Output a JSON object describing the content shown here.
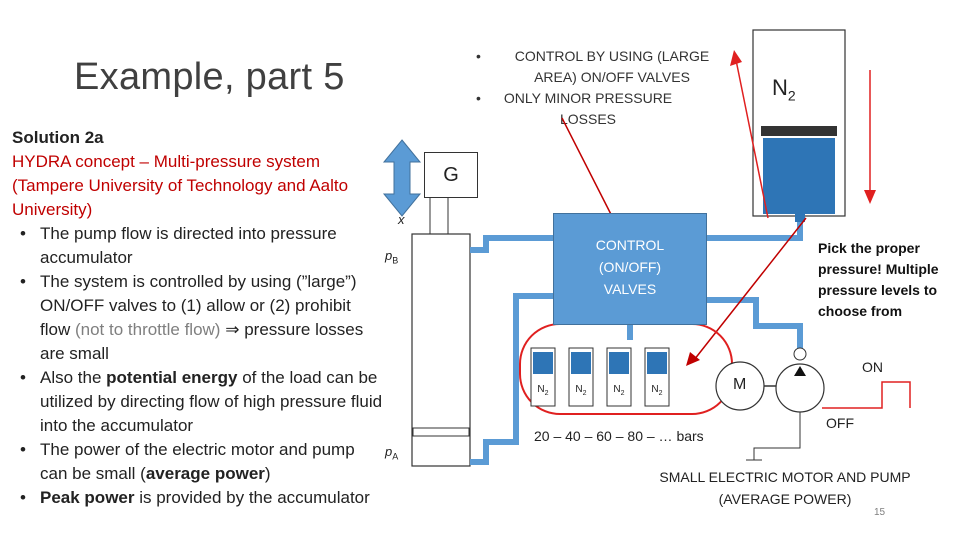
{
  "title": "Example, part 5",
  "body": {
    "heading": "Solution 2a",
    "concept": "HYDRA concept – Multi-pressure system (Tampere University of Technology and Aalto University)",
    "bullet1": "The pump flow is directed into pressure accumulator",
    "bullet2_pre": "The system is controlled by using (”large”) ON/OFF valves to (1) allow or (2) prohibit flow ",
    "bullet2_grey": "(not to throttle flow)",
    "bullet2_implies": "⇒",
    "bullet2_post": " pressure losses are small",
    "bullet3_pre": "Also the ",
    "bullet3_bold": "potential energy",
    "bullet3_post": " of the load can be utilized by directing flow of high pressure fluid into the accumulator",
    "bullet4_pre": "The power of the electric motor and pump can be small (",
    "bullet4_bold": "average power",
    "bullet4_post": ")",
    "bullet5_bold": "Peak power",
    "bullet5_post": " is provided by the accumulator",
    "bullet_char": "•"
  },
  "top_bullets": [
    "CONTROL BY USING (LARGE AREA) ON/OFF VALVES",
    "ONLY MINOR PRESSURE LOSSES"
  ],
  "diagram": {
    "g_label": "G",
    "x_label": "x",
    "pb_label": "p",
    "pb_sub": "B",
    "pa_label": "p",
    "pa_sub": "A",
    "control_lines": [
      "CONTROL",
      "(ON/OFF)",
      "VALVES"
    ],
    "n2_big": "N",
    "n2_sub": "2",
    "n2_small": "N",
    "n2_small_sub": "2",
    "pick_label": "Pick the proper pressure! Multiple pressure levels to choose from",
    "bars_label": "20 – 40 – 60 – 80 – … bars",
    "motor_letter": "M",
    "motor_label": "SMALL ELECTRIC MOTOR AND PUMP (AVERAGE POWER)",
    "on_label": "ON",
    "off_label": "OFF"
  },
  "page_number": "15",
  "colors": {
    "accent_blue": "#5b9bd5",
    "title_grey": "#404040",
    "red": "#c00000",
    "arrow_red": "#e02020"
  }
}
